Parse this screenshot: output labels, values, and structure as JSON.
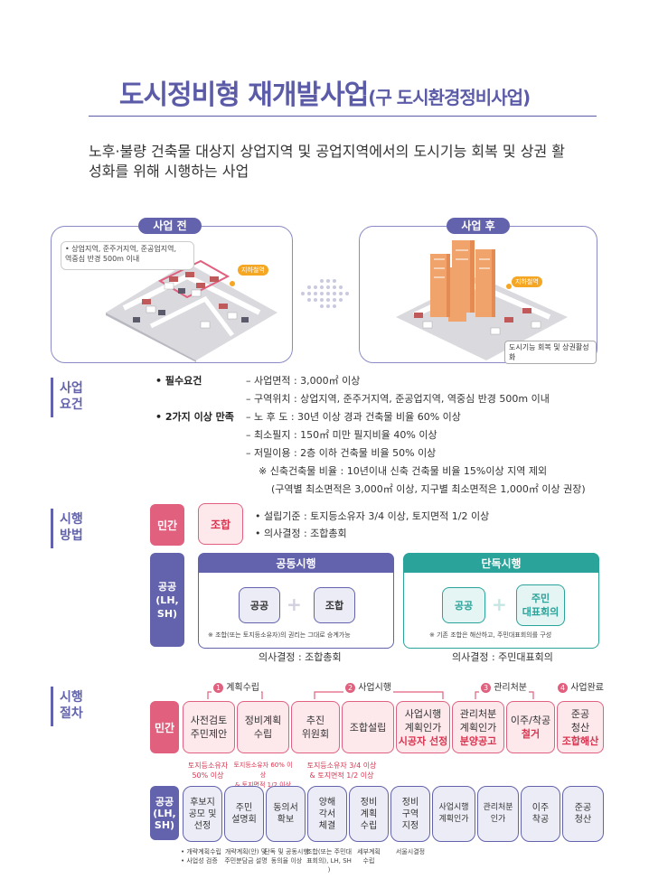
{
  "title": {
    "main": "도시정비형 재개발사업",
    "sub": "(구 도시환경정비사업)"
  },
  "intro": "노후·불량 건축물 대상지 상업지역 및 공업지역에서의 도시기능 회복 및 상권 활성화를 위해 시행하는 사업",
  "illustration": {
    "before": {
      "label": "사업 전",
      "note": "• 상업지역, 준주거지역, 준공업지역,\n역중심 반경 500m 이내",
      "tag": "지하철역"
    },
    "after": {
      "label": "사업 후",
      "tag": "지하철역",
      "caption": "도시기능 회복 및 상권활성화"
    }
  },
  "requirements": {
    "heading": "사업\n요건",
    "group1_label": "• 필수요건",
    "group2_label": "• 2가지 이상 만족",
    "lines": [
      "– 사업면적 : 3,000㎡ 이상",
      "– 구역위치 : 상업지역, 준주거지역, 준공업지역, 역중심 반경 500m 이내",
      "– 노 후 도 : 30년 이상 경과 건축물 비율 60% 이상",
      "– 최소필지 : 150㎡ 미만 필지비율 40% 이상",
      "– 저밀이용 : 2층 이하 건축물 비율 50% 이상",
      "※ 신축건축물 비율 : 10년이내 신축 건축물 비율 15%이상 지역 제외",
      "(구역별 최소면적은 3,000㎡ 이상, 지구별 최소면적은 1,000㎡ 이상 권장)"
    ]
  },
  "method": {
    "heading": "시행\n방법",
    "private_label": "민간",
    "private_box": "조합",
    "private_lines": [
      "• 설립기준 : 토지등소유자 3/4 이상, 토지면적 1/2 이상",
      "• 의사결정 : 조합총회"
    ],
    "public_label": "공공\n(LH,\nSH)",
    "joint": {
      "title": "공동시행",
      "a": "공공",
      "b": "조합",
      "note": "※ 조합(또는 토지등소유자)의 권리는 그대로 승계가능",
      "decision": "의사결정 : 조합총회"
    },
    "single": {
      "title": "단독시행",
      "a": "공공",
      "b": "주민\n대표회의",
      "note": "※ 기존 조합은 해산하고, 주민대표회의를 구성",
      "decision": "의사결정 : 주민대표회의"
    }
  },
  "procedure": {
    "heading": "시행\n절차",
    "phases": [
      {
        "num": "1",
        "label": "계획수립"
      },
      {
        "num": "2",
        "label": "사업시행"
      },
      {
        "num": "3",
        "label": "관리처분"
      },
      {
        "num": "4",
        "label": "사업완료"
      }
    ],
    "private_label": "민간",
    "private_steps": [
      {
        "line1": "사전검토",
        "line2": "주민제안",
        "line3": ""
      },
      {
        "line1": "정비계획",
        "line2": "수립",
        "line3": ""
      },
      {
        "line1": "추진",
        "line2": "위원회",
        "line3": ""
      },
      {
        "line1": "조합설립",
        "line2": "",
        "line3": ""
      },
      {
        "line1": "사업시행",
        "line2": "계획인가",
        "line3": "시공자 선정"
      },
      {
        "line1": "관리처분",
        "line2": "계획인가",
        "line3": "분양공고"
      },
      {
        "line1": "이주/착공",
        "line2": "철거",
        "line3": ""
      },
      {
        "line1": "준공",
        "line2": "청산",
        "line3": "조합해산"
      }
    ],
    "private_notes": [
      "토지등소유자\n50% 이상",
      "토지등소유자 60% 이상\n& 토지면적 1/2 이상",
      "토지등소유자 3/4 이상\n& 토지면적 1/2 이상"
    ],
    "public_label": "공공\n(LH,\nSH)",
    "public_steps": [
      "후보지\n공모 및\n선정",
      "주민\n설명회",
      "동의서\n확보",
      "양해\n각서\n체결",
      "정비\n계획\n수립",
      "정비\n구역\n지정",
      "사업시행\n계획인가",
      "관리처분\n인가",
      "이주\n착공",
      "준공\n청산"
    ],
    "public_notes": [
      "• 개략계획수립\n• 사업성 검증",
      "개략계획(안) 및\n주민분담금 설명",
      "단독 및 공동시행\n동의율 이상",
      "조합(또는 주민대\n표회의), LH, SH )",
      "세부계획\n수립",
      "서울시결정"
    ]
  },
  "colors": {
    "purple": "#6363ad",
    "pink": "#e0607e",
    "teal": "#2aa39a"
  }
}
